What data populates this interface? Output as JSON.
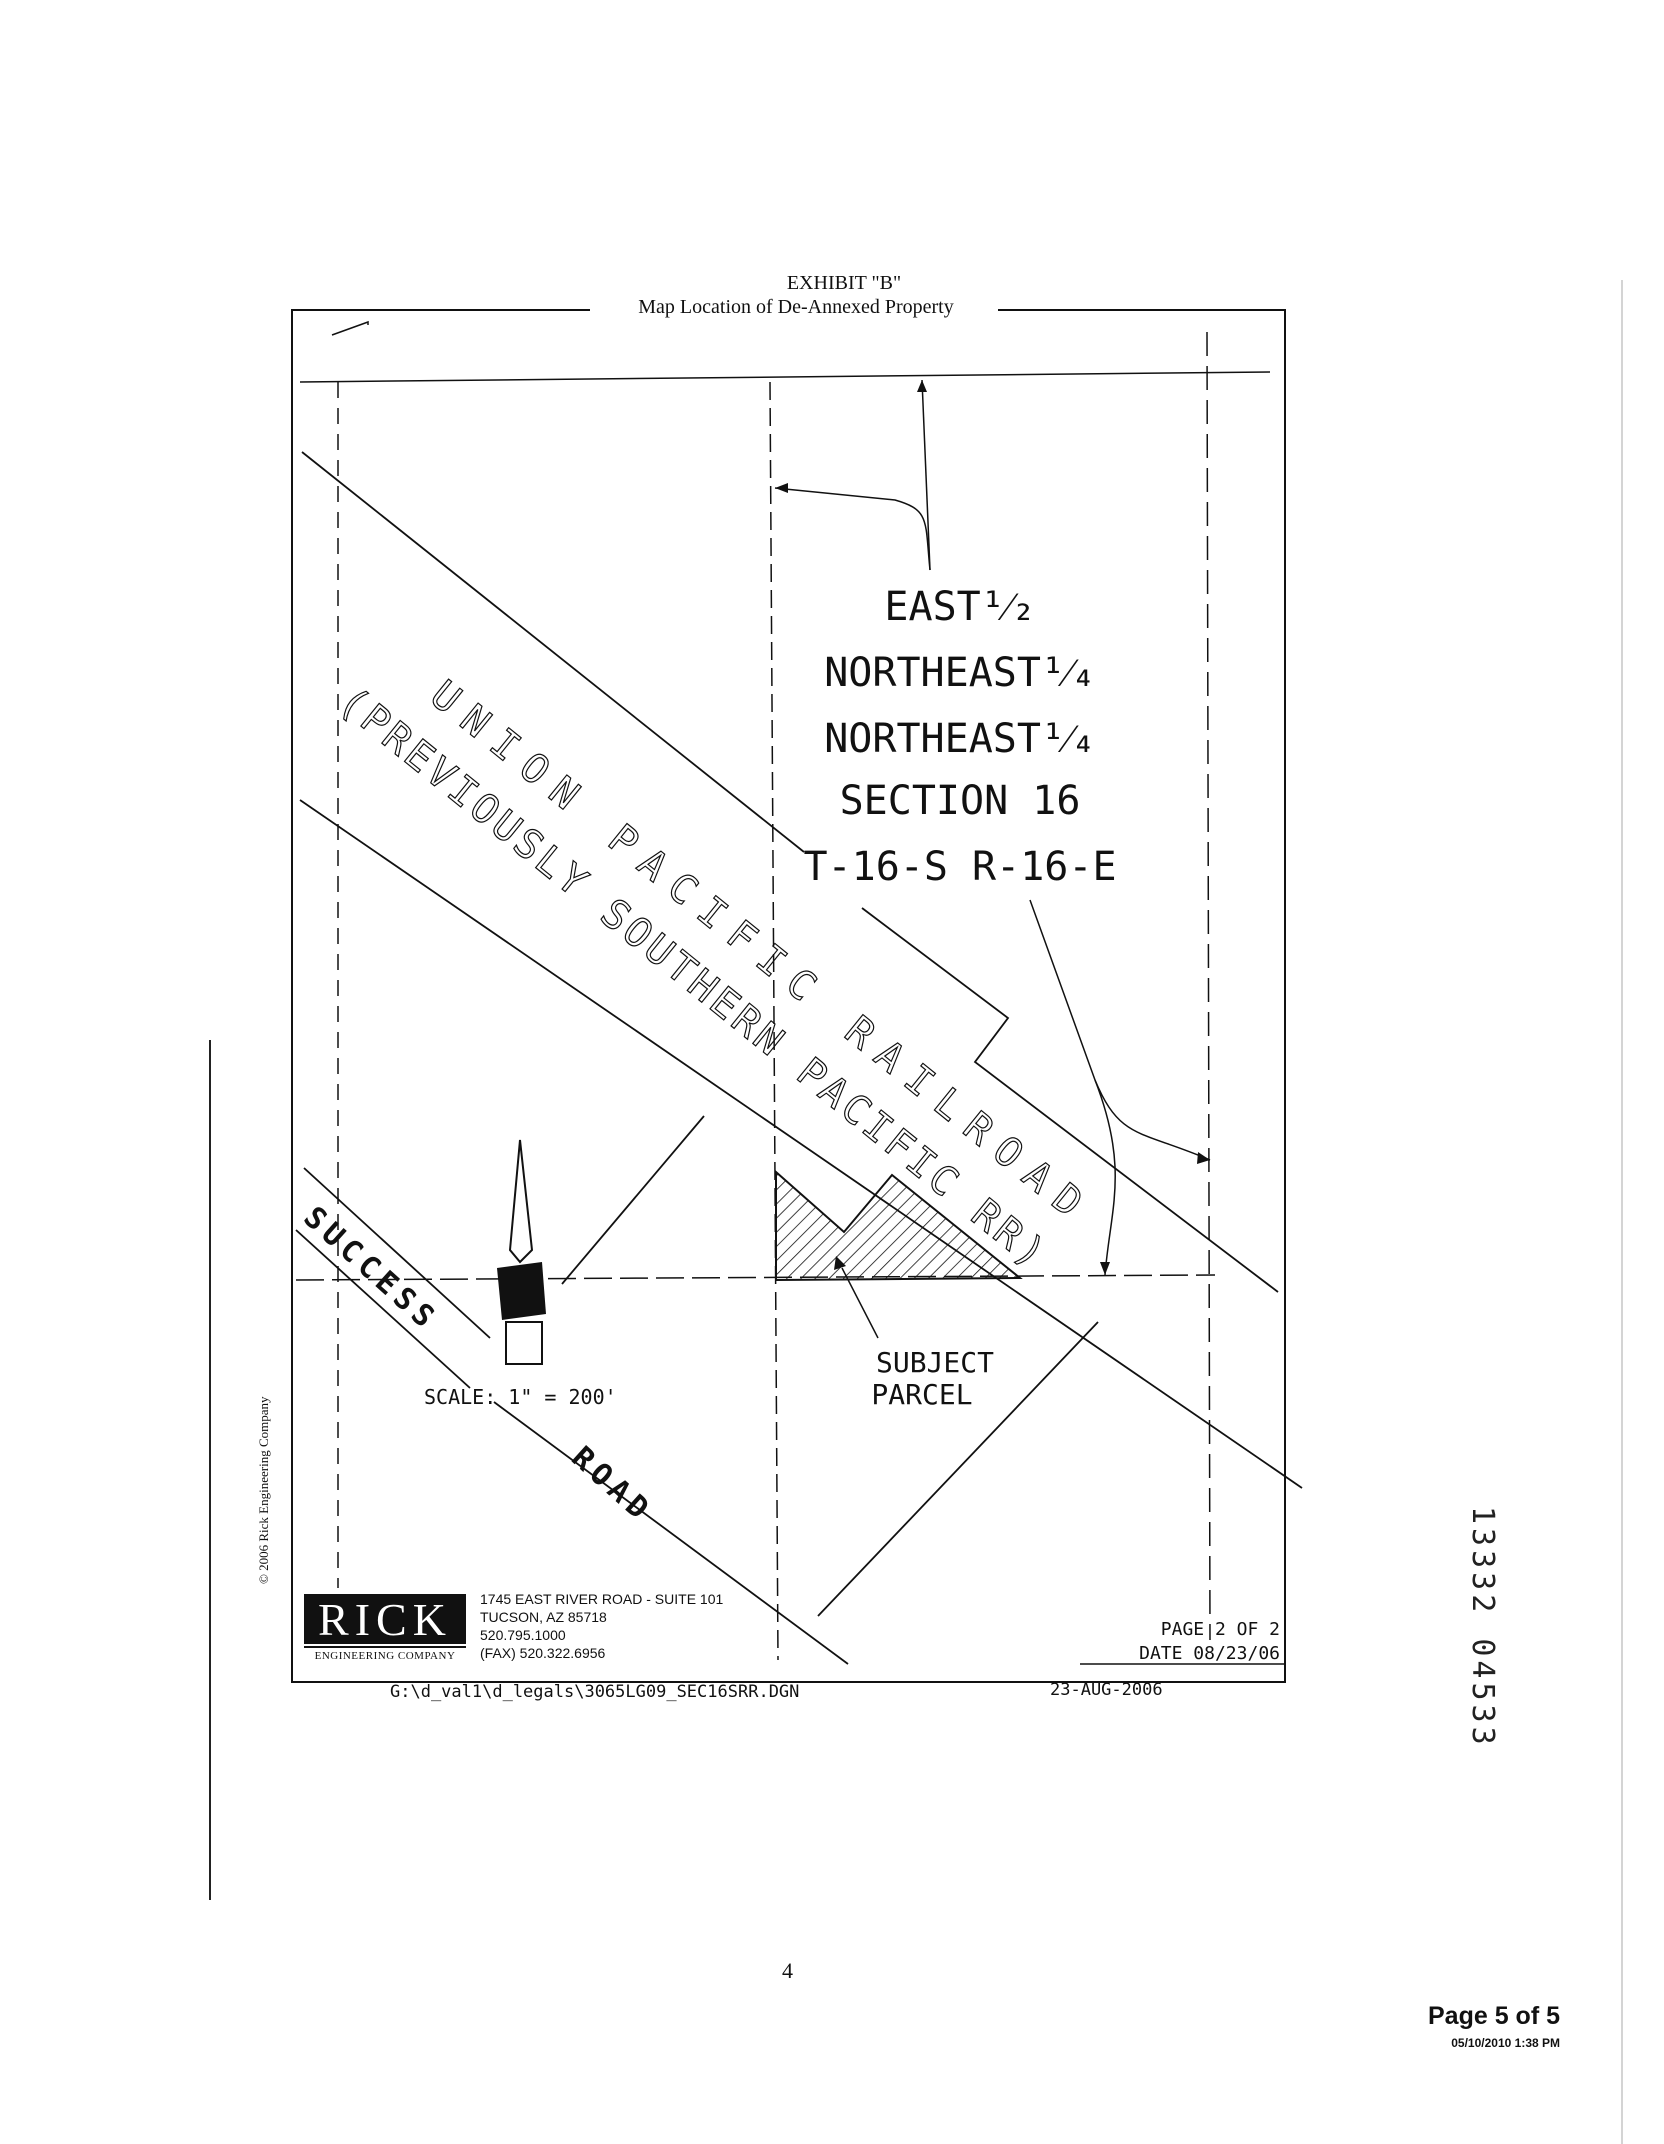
{
  "exhibit": {
    "title": "EXHIBIT \"B\"",
    "subtitle": "Map Location of De-Annexed Property"
  },
  "map": {
    "section_lines": [
      "EAST¹⁄₂",
      "NORTHEAST¹⁄₄",
      "NORTHEAST¹⁄₄",
      "SECTION 16",
      "T-16-S R-16-E"
    ],
    "railroad_line1": "UNION PACIFIC RAILROAD",
    "railroad_line2": "(PREVIOUSLY SOUTHERN PACIFIC RR)",
    "road_name_1": "SUCCESS",
    "road_name_2": "ROAD",
    "parcel_label_1": "SUBJECT",
    "parcel_label_2": "PARCEL",
    "scale": "SCALE: 1\" = 200'",
    "north_arrow_icon": "north-arrow-icon"
  },
  "titleblock": {
    "company_logo_text": "RICK",
    "company_logo_sub": "ENGINEERING COMPANY",
    "address_line1": "1745 EAST RIVER ROAD - SUITE 101",
    "address_line2": "TUCSON, AZ  85718",
    "phone": "520.795.1000",
    "fax": "(FAX)  520.322.6956",
    "page": "PAGE 2 OF 2",
    "date": "DATE 08/23/06",
    "copyright": "© 2006 Rick Engineering Company",
    "file_path": "G:\\d_val1\\d_legals\\3065LG09_SEC16SRR.DGN",
    "file_date": "23-AUG-2006"
  },
  "footer": {
    "page_number": "4",
    "page_label": "Page 5 of 5",
    "print_time": "05/10/2010 1:38 PM",
    "recording_number": "13332  04533"
  }
}
